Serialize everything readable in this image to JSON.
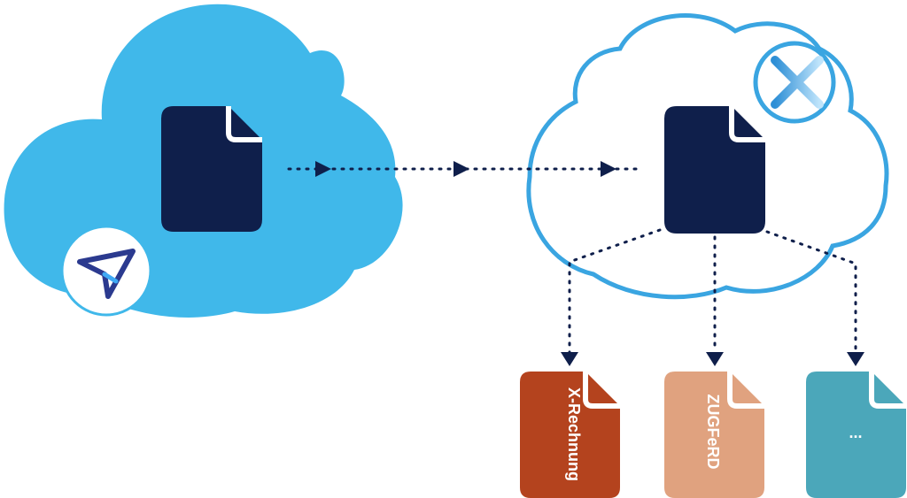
{
  "colors": {
    "source_cloud": "#40B8EA",
    "target_cloud_stroke": "#3AA5E1",
    "document_dark": "#0F1F4B",
    "x_rechnung": "#B4431E",
    "zugferd": "#E0A27F",
    "other_format": "#4BA7BA",
    "badge_blue": "#3AA5E1",
    "logo_navy": "#2B3A8F",
    "logo_light": "#3FA9F5"
  },
  "icons": {
    "source_document": "document-icon",
    "target_document": "document-icon",
    "logo": "paper-plane-logo-icon",
    "badge": "x-icon"
  },
  "outputs": [
    {
      "label": "X-Rechnung",
      "color_key": "x_rechnung"
    },
    {
      "label": "ZUGFeRD",
      "color_key": "zugferd"
    },
    {
      "label": "...",
      "color_key": "other_format"
    }
  ]
}
